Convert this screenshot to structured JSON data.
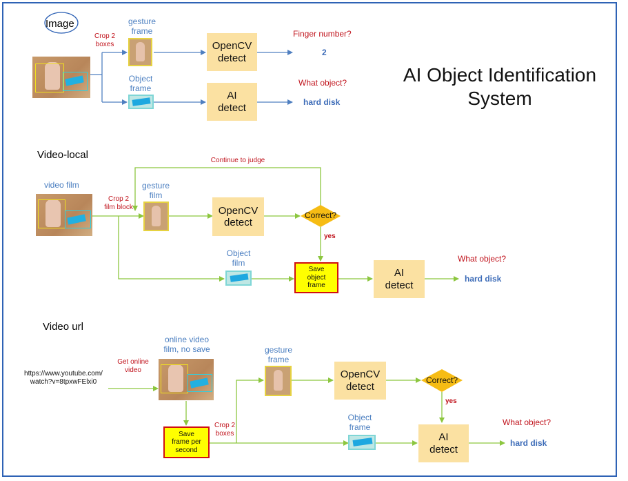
{
  "title": [
    "AI Object Identification",
    "System"
  ],
  "sections": {
    "image": "Image",
    "video_local": "Video-local",
    "video_url": "Video url"
  },
  "s1": {
    "crop": [
      "Crop 2",
      "boxes"
    ],
    "gesture_frame": [
      "gesture",
      "frame"
    ],
    "object_frame": [
      "Object",
      "frame"
    ],
    "opencv": [
      "OpenCV",
      "detect"
    ],
    "ai": [
      "AI",
      "detect"
    ],
    "finger_q": "Finger number?",
    "finger_a": "2",
    "object_q": "What object?",
    "object_a": "hard disk"
  },
  "s2": {
    "video_film": "video film",
    "crop": [
      "Crop 2",
      "film block"
    ],
    "gesture_film": [
      "gesture",
      "film"
    ],
    "object_film": [
      "Object",
      "film"
    ],
    "continue": "Continue to judge",
    "opencv": [
      "OpenCV",
      "detect"
    ],
    "correct": "Correct?",
    "yes": "yes",
    "save": [
      "Save",
      "object",
      "frame"
    ],
    "ai": [
      "AI",
      "detect"
    ],
    "object_q": "What object?",
    "object_a": "hard disk"
  },
  "s3": {
    "url": [
      "https://www.youtube.com/",
      "watch?v=8tpxwFElxi0"
    ],
    "get_online": [
      "Get online",
      "video"
    ],
    "online_video": [
      "online video",
      "film, no save"
    ],
    "save": [
      "Save",
      "frame per",
      "second"
    ],
    "crop": [
      "Crop 2",
      "boxes"
    ],
    "gesture_frame": [
      "gesture",
      "frame"
    ],
    "object_frame": [
      "Object",
      "frame"
    ],
    "opencv": [
      "OpenCV",
      "detect"
    ],
    "correct": "Correct?",
    "yes": "yes",
    "ai": [
      "AI",
      "detect"
    ],
    "object_q": "What object?",
    "object_a": "hard disk"
  }
}
